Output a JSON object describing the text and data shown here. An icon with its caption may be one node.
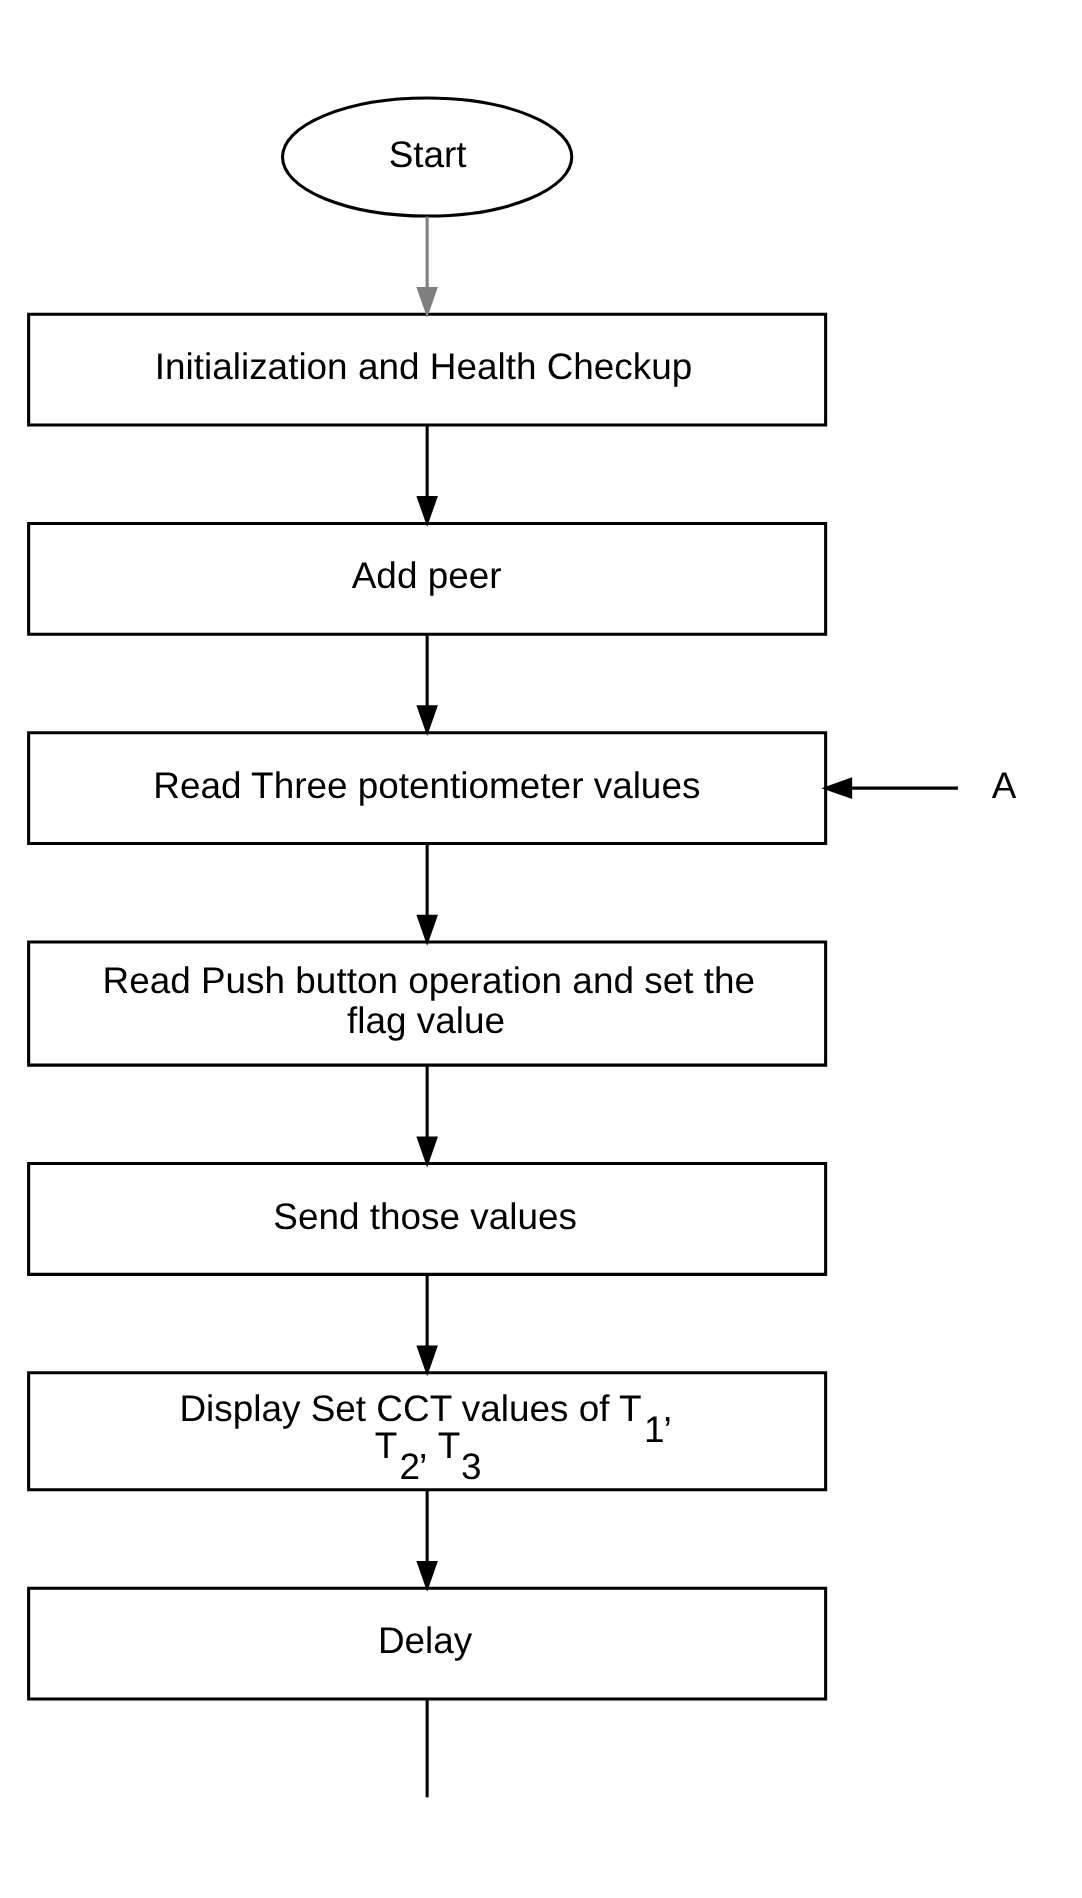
{
  "diagram": {
    "nodes": [
      {
        "text": [
          "Start"
        ]
      },
      {
        "text": [
          "Initialization and Health Checkup"
        ]
      },
      {
        "text": [
          "Add peer"
        ]
      },
      {
        "text": [
          "A"
        ]
      },
      {
        "text": [
          "Read Three potentiometer values"
        ]
      },
      {
        "text": [
          "Read Push button operation and set the flag value"
        ]
      },
      {
        "text": [
          "Send those values"
        ]
      },
      {
        "text": [
          "Display Set CCT values of T$_{1}$, T$_{2}$, T$_{3}$"
        ]
      },
      {
        "text": [
          "Delay"
        ]
      }
    ],
    "edges": [
      {
        "from": 0,
        "to": 1,
        "arrow": "to",
        "color": "#7f7f7f"
      },
      {
        "from": 1,
        "to": 2,
        "arrow": "to"
      },
      {
        "from": 2,
        "to": 4,
        "arrow": "to"
      },
      {
        "from": 3,
        "to": 4,
        "arrow": "to"
      },
      {
        "from": 4,
        "to": 5,
        "arrow": "to"
      },
      {
        "from": 5,
        "to": 6,
        "arrow": "to"
      },
      {
        "from": 6,
        "to": 7,
        "arrow": "to"
      },
      {
        "from": 7,
        "to": 8,
        "arrow": "to"
      },
      {
        "from": 8,
        "to": null,
        "arrow": "none"
      }
    ]
  }
}
